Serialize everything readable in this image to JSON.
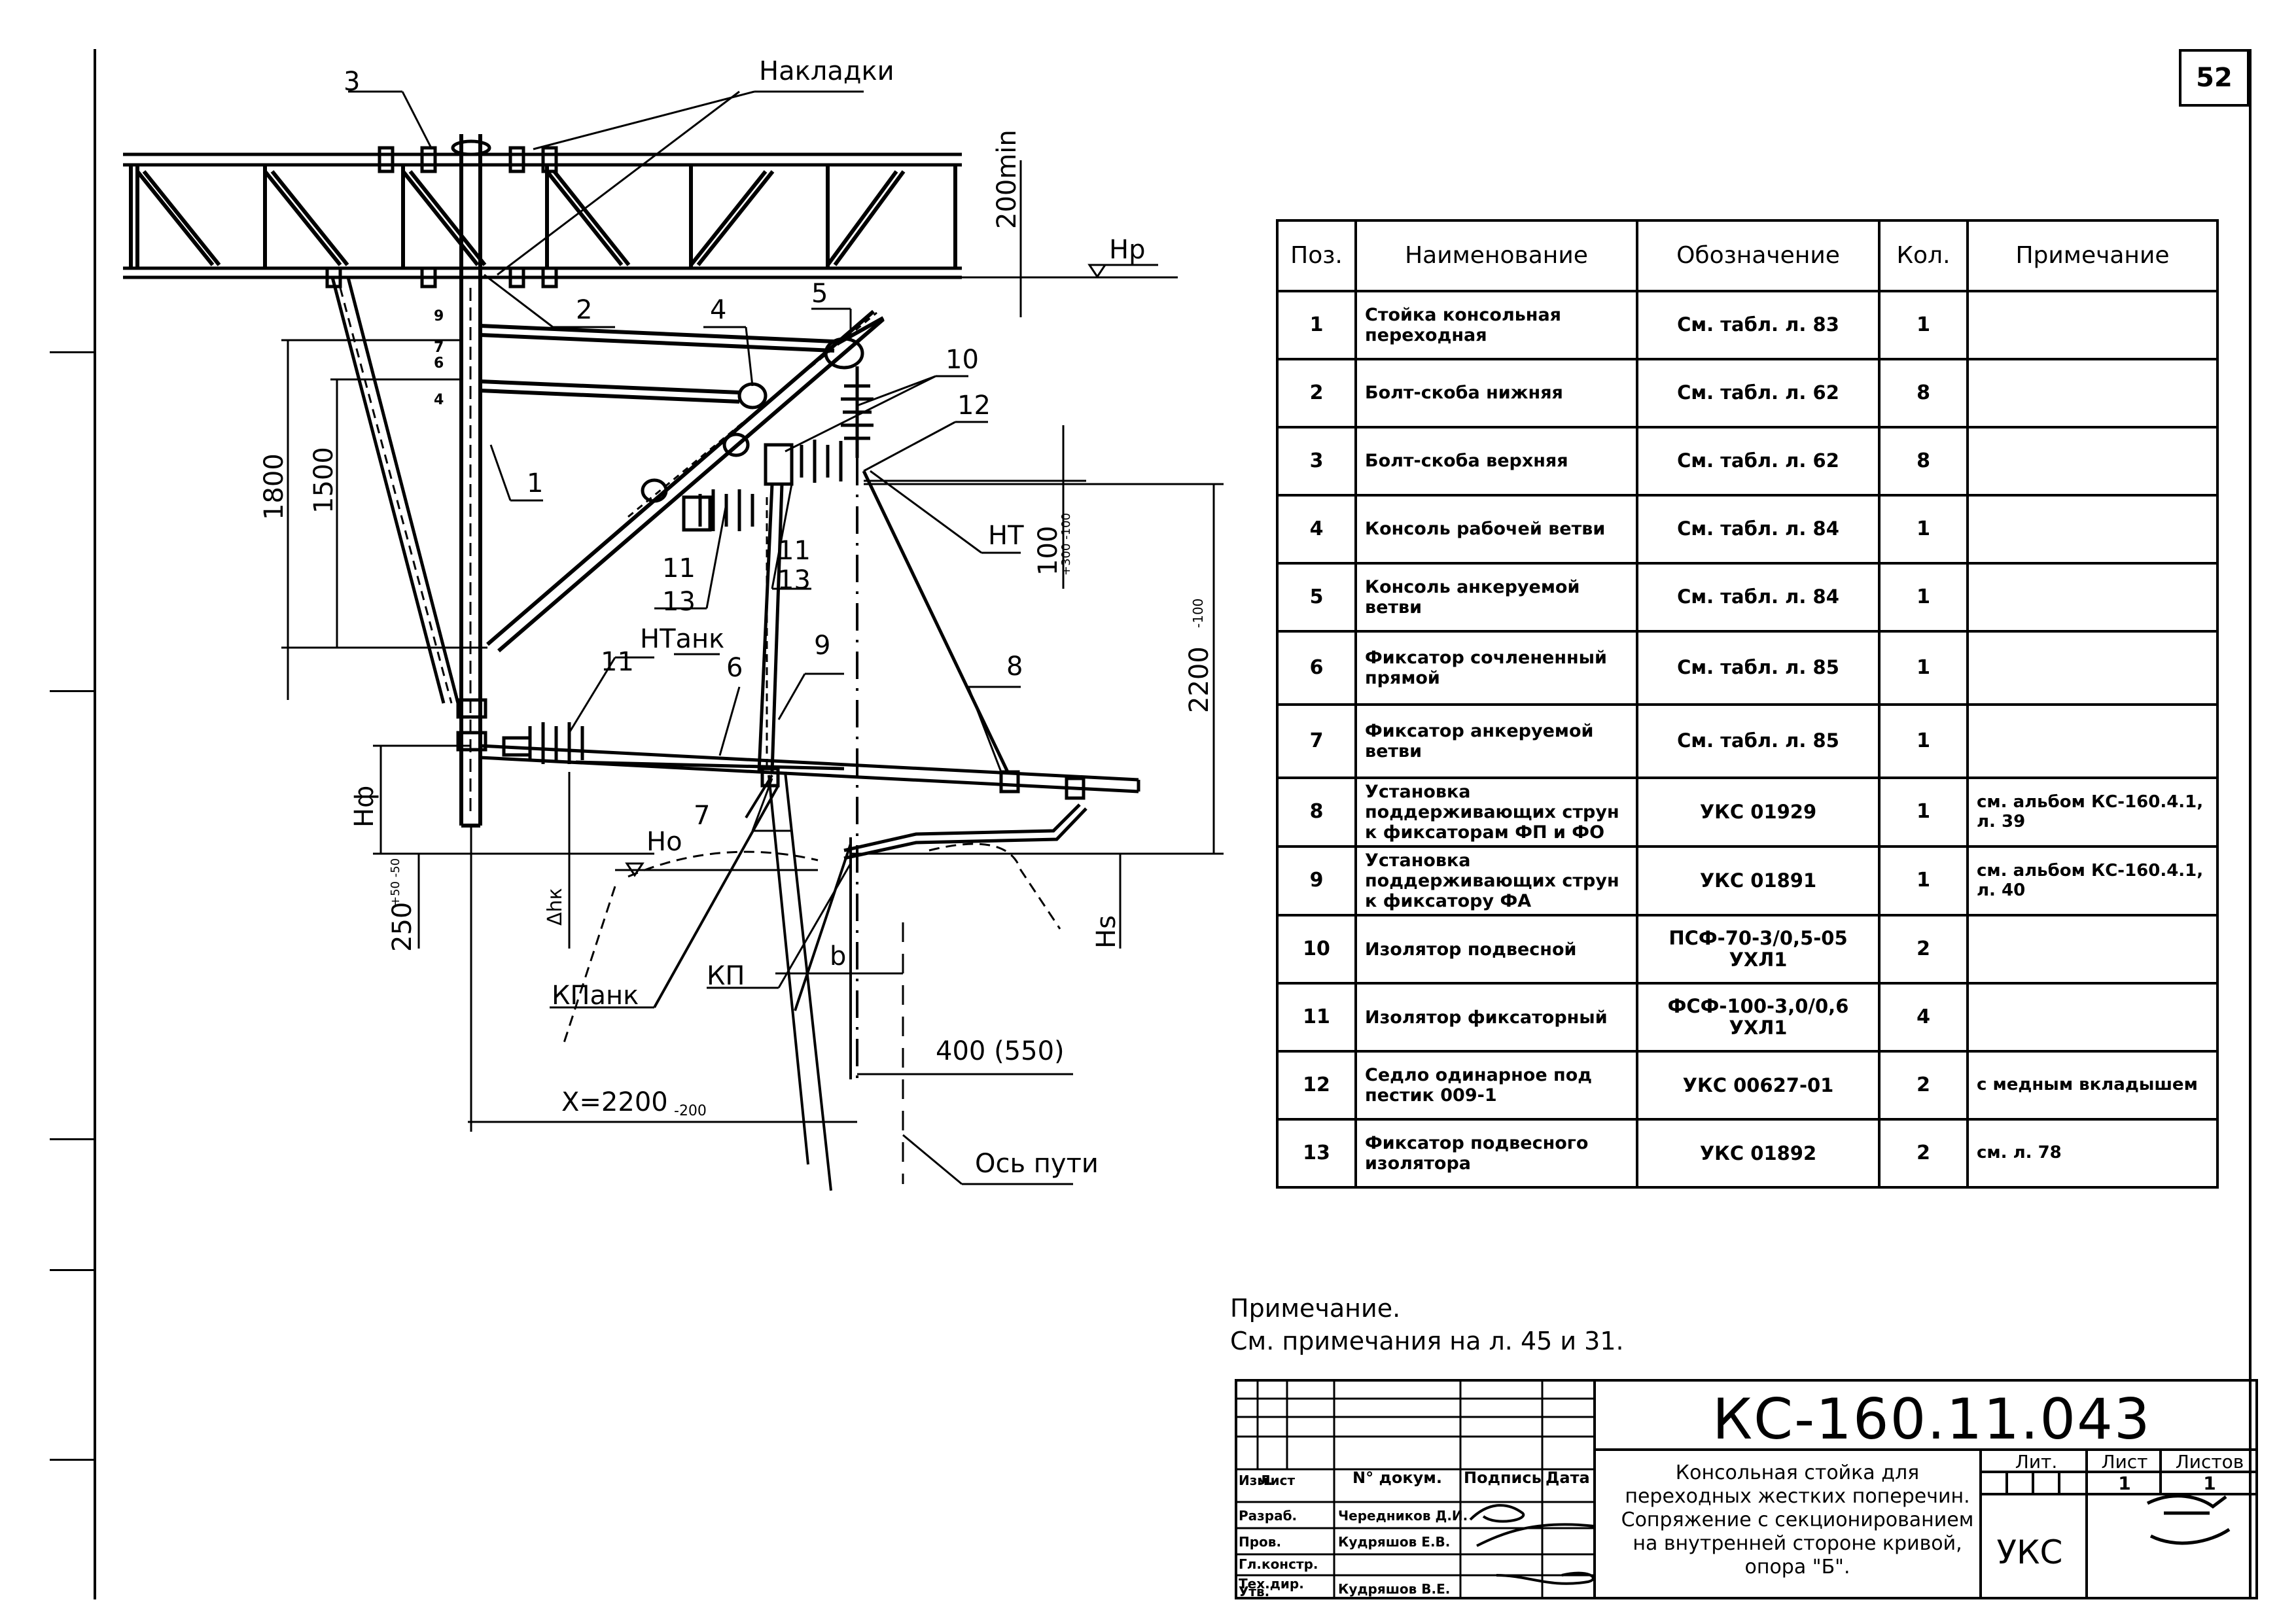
{
  "sheet_number": "52",
  "diagram_labels": {
    "overlays": "Накладки",
    "pos3": "3",
    "pos2": "2",
    "pos4": "4",
    "pos5": "5",
    "pos10": "10",
    "pos12": "12",
    "pos1": "1",
    "pos11a": "11",
    "pos13a": "13",
    "pos11b": "11",
    "pos13b": "13",
    "pos11c": "11",
    "pos6": "6",
    "pos9": "9",
    "pos8": "8",
    "pos7": "7",
    "hole9": "9",
    "hole7": "7",
    "hole6": "6",
    "hole4": "4",
    "dim_200min": "200min",
    "dim_hp": "Hp",
    "dim_1800": "1800",
    "dim_1500": "1500",
    "dim_100": "100",
    "dim_100_tol": "+300 -100",
    "dim_2200": "2200",
    "dim_2200_tol": "-100",
    "dim_hf": "Hф",
    "dim_250": "250",
    "dim_250_tol": "+50 -50",
    "dim_ho": "Ho",
    "dim_dhk": "Δhк",
    "dim_hs": "Hs",
    "label_nt": "НТ",
    "label_ntank": "НТанк",
    "label_kpank": "КПанк",
    "label_kp": "КП",
    "label_b": "b",
    "dim_400": "400 (550)",
    "dim_x": "X=2200",
    "dim_x_tol": "-200",
    "label_axis": "Ось пути"
  },
  "table": {
    "headers": [
      "Поз.",
      "Наименование",
      "Обозначение",
      "Кол.",
      "Примечание"
    ],
    "rows": [
      {
        "pos": "1",
        "name": "Стойка консольная переходная",
        "code": "См. табл. л. 83",
        "qty": "1",
        "note": ""
      },
      {
        "pos": "2",
        "name": "Болт-скоба нижняя",
        "code": "См. табл. л. 62",
        "qty": "8",
        "note": ""
      },
      {
        "pos": "3",
        "name": "Болт-скоба верхняя",
        "code": "См. табл. л. 62",
        "qty": "8",
        "note": ""
      },
      {
        "pos": "4",
        "name": "Консоль рабочей ветви",
        "code": "См. табл. л. 84",
        "qty": "1",
        "note": ""
      },
      {
        "pos": "5",
        "name": "Консоль анкеруемой ветви",
        "code": "См. табл. л. 84",
        "qty": "1",
        "note": ""
      },
      {
        "pos": "6",
        "name": "Фиксатор сочлененный прямой",
        "code": "См. табл. л. 85",
        "qty": "1",
        "note": ""
      },
      {
        "pos": "7",
        "name": "Фиксатор анкеруемой ветви",
        "code": "См. табл. л. 85",
        "qty": "1",
        "note": ""
      },
      {
        "pos": "8",
        "name": "Установка поддерживающих струн к фиксаторам ФП и ФО",
        "code": "УКС 01929",
        "qty": "1",
        "note": "см. альбом КС-160.4.1, л. 39"
      },
      {
        "pos": "9",
        "name": "Установка поддерживающих струн к фиксатору ФА",
        "code": "УКС 01891",
        "qty": "1",
        "note": "см. альбом КС-160.4.1, л. 40"
      },
      {
        "pos": "10",
        "name": "Изолятор подвесной",
        "code": "ПСФ-70-3/0,5-05 УХЛ1",
        "qty": "2",
        "note": ""
      },
      {
        "pos": "11",
        "name": "Изолятор фиксаторный",
        "code": "ФСФ-100-3,0/0,6 УХЛ1",
        "qty": "4",
        "note": ""
      },
      {
        "pos": "12",
        "name": "Седло одинарное под пестик 009-1",
        "code": "УКС 00627-01",
        "qty": "2",
        "note": "с медным вкладышем"
      },
      {
        "pos": "13",
        "name": "Фиксатор подвесного изолятора",
        "code": "УКС 01892",
        "qty": "2",
        "note": "см. л. 78"
      }
    ]
  },
  "notes": {
    "title": "Примечание.",
    "text": "См. примечания на л. 45 и 31."
  },
  "title_block": {
    "code": "КС-160.11.043",
    "hdr_izm": "Изм.",
    "hdr_list": "Лист",
    "hdr_doc": "N° докум.",
    "hdr_sign": "Подпись",
    "hdr_date": "Дата",
    "role_razrab": "Разраб.",
    "role_prov": "Пров.",
    "role_glkonstr": "Гл.констр.",
    "role_texdir": "Тех.дир.",
    "role_utv": "Утв.",
    "name_razrab": "Чередников Д.И.",
    "name_prov": "Кудряшов Е.В.",
    "name_utv": "Кудряшов В.Е.",
    "title_line1": "Консольная стойка для",
    "title_line2": "переходных жестких поперечин.",
    "title_line3": "Сопряжение с секционированием",
    "title_line4": "на внутренней стороне кривой,",
    "title_line5": "опора \"Б\".",
    "lit_header": "Лит.",
    "sheet_header": "Лист",
    "sheets_header": "Листов",
    "sheet_value": "1",
    "sheets_value": "1",
    "org": "УКС"
  }
}
